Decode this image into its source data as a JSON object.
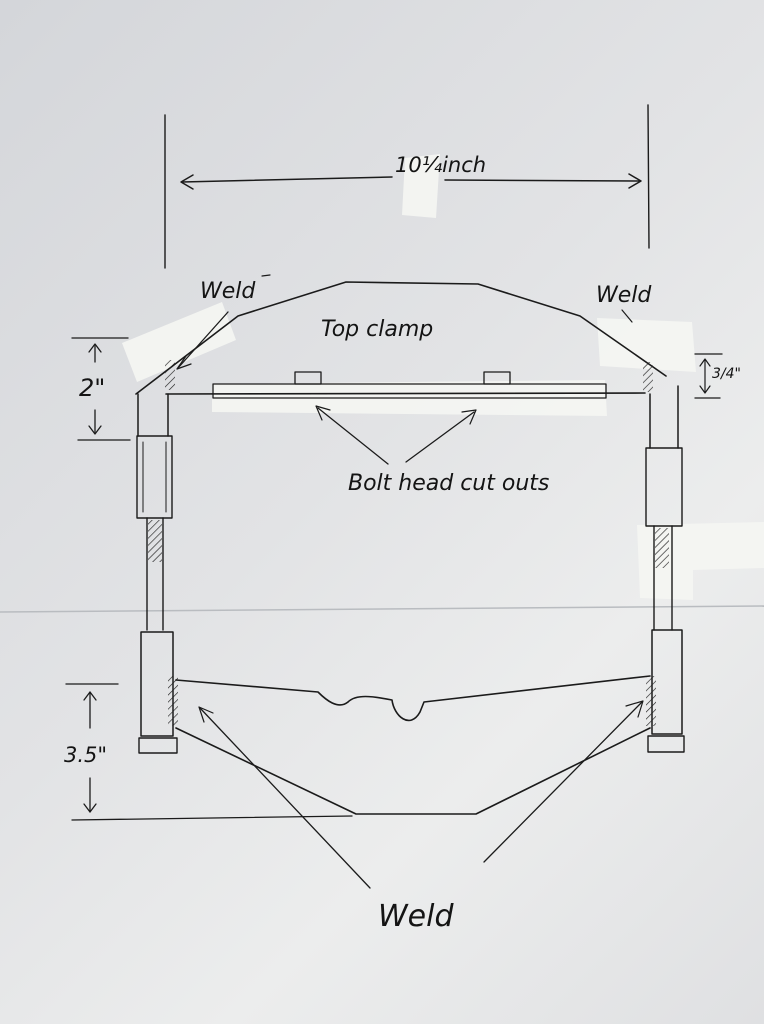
{
  "labels": {
    "width_dim": "10¼inch",
    "weld_top_left": "Weld",
    "weld_top_right": "Weld",
    "top_clamp": "Top clamp",
    "dim_left_upright": "2\"",
    "dim_right_offset": "3/4\"",
    "bolt_head": "Bolt head cut outs",
    "dim_bottom": "3.5\"",
    "weld_bottom": "Weld"
  },
  "colors": {
    "paper": "#e3e4e6",
    "ink": "#1b1b1b",
    "tape": "#f4f5f2"
  }
}
